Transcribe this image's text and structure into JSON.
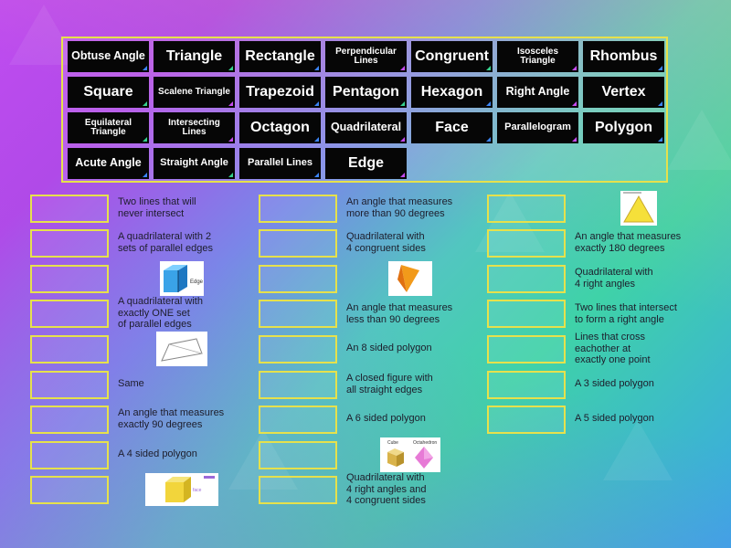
{
  "colors": {
    "bank_border": "#e6e14c",
    "tile_bg": "#060606",
    "tile_text": "#ffffff",
    "slot_border": "#e6e14c"
  },
  "tiles": [
    {
      "label": "Obtuse Angle"
    },
    {
      "label": "Triangle"
    },
    {
      "label": "Rectangle"
    },
    {
      "label": "Perpendicular Lines"
    },
    {
      "label": "Congruent"
    },
    {
      "label": "Isosceles Triangle"
    },
    {
      "label": "Rhombus"
    },
    {
      "label": "Square"
    },
    {
      "label": "Scalene Triangle"
    },
    {
      "label": "Trapezoid"
    },
    {
      "label": "Pentagon"
    },
    {
      "label": "Hexagon"
    },
    {
      "label": "Right Angle"
    },
    {
      "label": "Vertex"
    },
    {
      "label": "Equilateral Triangle"
    },
    {
      "label": "Intersecting Lines"
    },
    {
      "label": "Octagon"
    },
    {
      "label": "Quadrilateral"
    },
    {
      "label": "Face"
    },
    {
      "label": "Parallelogram"
    },
    {
      "label": "Polygon"
    },
    {
      "label": "Acute Angle"
    },
    {
      "label": "Straight Angle"
    },
    {
      "label": "Parallel Lines"
    },
    {
      "label": "Edge"
    }
  ],
  "clues": {
    "c1_1": "Two lines that will\nnever intersect",
    "c1_2": "A quadrilateral with 2\nsets of parallel edges",
    "c1_4": "A quadrilateral with\nexactly ONE set\nof parallel edges",
    "c1_6": "Same",
    "c1_7": "An angle that measures\nexactly 90 degrees",
    "c1_8": "A 4 sided polygon",
    "c2_1": "An angle that measures\nmore than 90 degrees",
    "c2_2": "Quadrilateral with\n4 congruent sides",
    "c2_4": "An angle that measures\nless than 90 degrees",
    "c2_5": "An 8 sided polygon",
    "c2_6": "A closed figure with\nall straight edges",
    "c2_7": "A 6 sided polygon",
    "c2_9": "Quadrilateral with\n4 right angles and\n4 congruent sides",
    "c3_2": "An angle that measures\nexactly 180 degrees",
    "c3_3": "Quadrilateral with\n4 right angles",
    "c3_4": "Two lines that intersect\nto form a right angle",
    "c3_5": "Lines that cross\neachother at\nexactly one point",
    "c3_6": "A 3 sided polygon",
    "c3_7": "A 5 sided polygon"
  },
  "image_labels": {
    "edge_caption": "Edge",
    "cube_caption": "Cube",
    "octahedron_caption": "Octahedron"
  }
}
